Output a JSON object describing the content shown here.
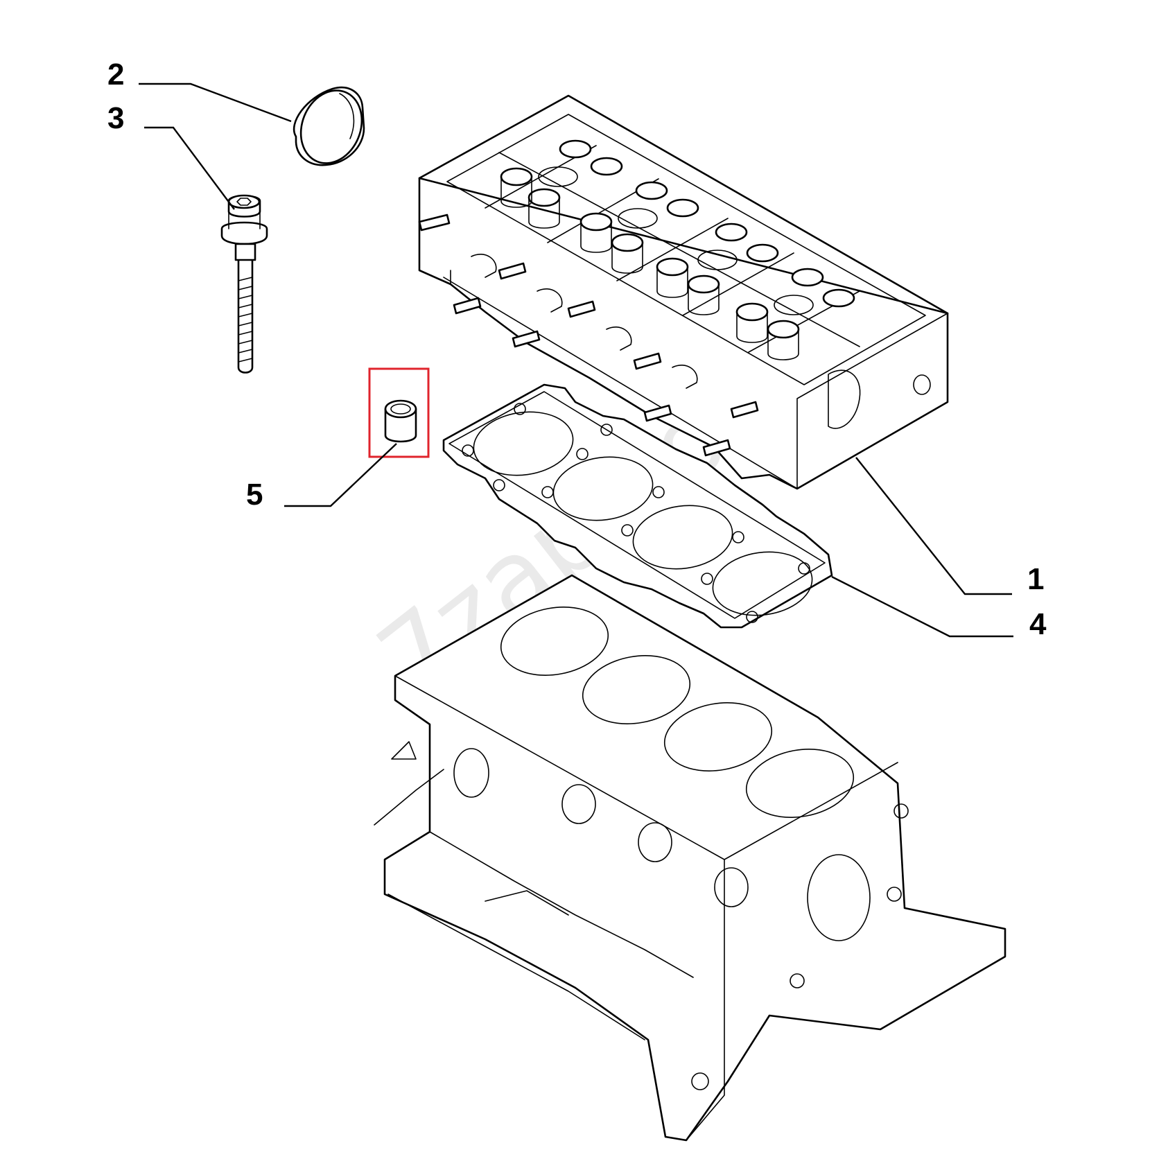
{
  "callouts": [
    {
      "id": "1",
      "label": "1"
    },
    {
      "id": "2",
      "label": "2"
    },
    {
      "id": "3",
      "label": "3"
    },
    {
      "id": "4",
      "label": "4"
    },
    {
      "id": "5",
      "label": "5"
    }
  ],
  "watermark": "7zap.com",
  "colors": {
    "line": "#000000",
    "background": "#ffffff",
    "highlight": "#e0242c",
    "watermark": "#d2d2d2"
  },
  "highlighted_callout": "5"
}
